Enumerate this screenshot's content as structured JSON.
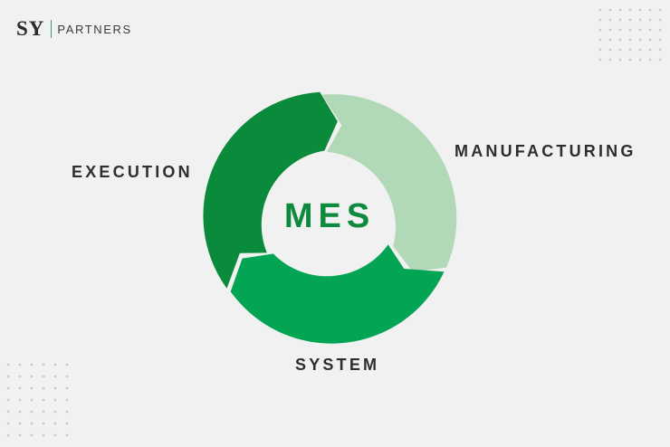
{
  "brand": {
    "mark": "SY",
    "name": "PARTNERS",
    "divider_color": "#2ea562"
  },
  "diagram": {
    "center_label": "MES",
    "segments": [
      {
        "label": "MANUFACTURING",
        "color": "#b2d9b7"
      },
      {
        "label": "SYSTEM",
        "color": "#03a454"
      },
      {
        "label": "EXECUTION",
        "color": "#0a8a3b"
      }
    ],
    "center_fill": "#f1f1f1",
    "text_color": "#2e2e2e",
    "center_text_color": "#0d8a3e"
  },
  "decor": {
    "dot_color": "#c9c9c9"
  }
}
